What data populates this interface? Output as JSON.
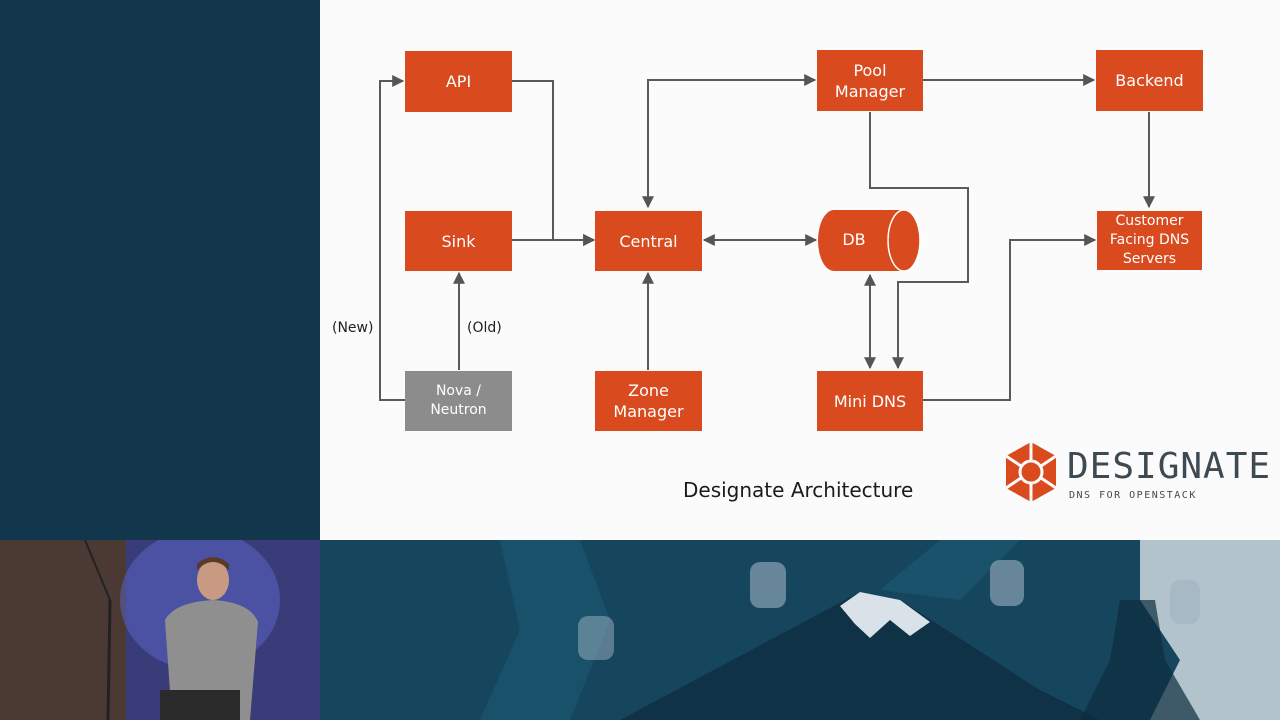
{
  "diagram": {
    "boxes": {
      "api": "API",
      "sink": "Sink",
      "nova": [
        "Nova /",
        "Neutron"
      ],
      "central": "Central",
      "zone_manager": [
        "Zone",
        "Manager"
      ],
      "pool_manager": [
        "Pool",
        "Manager"
      ],
      "db": "DB",
      "mini_dns": "Mini DNS",
      "backend": "Backend",
      "customer_dns": [
        "Customer",
        "Facing DNS",
        "Servers"
      ]
    },
    "edge_labels": {
      "new": "(New)",
      "old": "(Old)"
    },
    "caption": "Designate Architecture"
  },
  "logo": {
    "word": "DESIGNATE",
    "tagline": "DNS FOR OPENSTACK"
  },
  "colors": {
    "box": "#d94a1f",
    "box_alt": "#8c8c8c",
    "arrow": "#555555",
    "slide_bg": "#fbfbfc",
    "frame_bg": "#12374d"
  }
}
